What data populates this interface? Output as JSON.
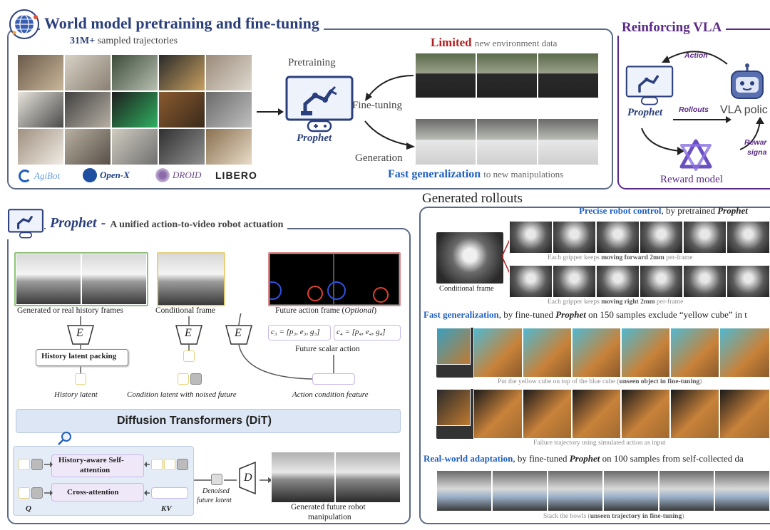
{
  "top_panel": {
    "title": "World model pretraining and fine-tuning",
    "trajectories_count": "31M+",
    "trajectories_label": "sampled trajectories",
    "pretraining_label": "Pretraining",
    "finetuning_label": "Fine-tuning",
    "generation_label": "Generation",
    "prophet_label": "Prophet",
    "limited_word": "Limited",
    "limited_rest": "new environment data",
    "fastgen_word": "Fast generalization",
    "fastgen_rest": "to new manipulations",
    "datasets": [
      "AgiBot",
      "Open-X",
      "DROID",
      "LIBERO"
    ]
  },
  "rl_panel": {
    "title": "Reinforcing VLA",
    "action_label": "Action",
    "rollouts_label": "Rollouts",
    "prophet_label": "Prophet",
    "vla_label": "VLA polic",
    "reward_label": "Reward model",
    "reward_signal_1": "Rewar",
    "reward_signal_2": "signa"
  },
  "prophet_panel": {
    "title_name": "Prophet",
    "title_dash": "-",
    "title_desc": "A unified action-to-video robot actuation",
    "history_frames_label": "Generated or real history frames",
    "conditional_frame_label": "Conditional frame",
    "future_action_label": "Future action frame (",
    "future_action_optional": "Optional",
    "future_action_close": ")",
    "encoder_symbol": "E",
    "decoder_symbol": "D",
    "history_packing_label": "History latent packing",
    "c3_expr": "c₃ = [p₃, e₃, g₃]",
    "c4_expr": "c₄ = [p₄, e₄, g₄]",
    "future_scalar_label": "Future scalar action",
    "history_latent_label": "History latent",
    "condition_latent_label": "Condition latent with noised future",
    "action_condition_label": "Action condition feature",
    "dit_label": "Diffusion Transformers (DiT)",
    "self_attn_label_1": "History-aware Self-",
    "self_attn_label_2": "attention",
    "cross_attn_label": "Cross-attention",
    "q_label": "Q",
    "kv_label": "KV",
    "denoised_label_1": "Denoised",
    "denoised_label_2": "future latent",
    "generated_label_1": "Generated future robot",
    "generated_label_2": "manipulation"
  },
  "rollouts_panel": {
    "title": "Generated rollouts",
    "precise_title": "Precise robot control",
    "precise_rest": ", by pretrained",
    "precise_model": "Prophet",
    "conditional_frame_label": "Conditional frame",
    "caption1_a": "Each gripper keeps",
    "caption1_b": "moving forward 2mm",
    "caption1_c": "per-frame",
    "caption2_a": "Each gripper keeps",
    "caption2_b": "moving right 2mm",
    "caption2_c": "per-frame",
    "fastgen_title": "Fast generalization",
    "fastgen_rest_a": ", by fine-tuned",
    "fastgen_model": "Prophet",
    "fastgen_rest_b": "on 150 samples exclude “yellow cube” in t",
    "caption3_a": "Put the yellow cube on top of the blue cube (",
    "caption3_b": "unseen object in fine-tuning",
    "caption3_c": ")",
    "caption4": "Failure trajectory using simulated action as input",
    "realworld_title": "Real-world adaptation",
    "realworld_rest_a": ", by fine-tuned",
    "realworld_model": "Prophet",
    "realworld_rest_b": "on 100 samples from self-collected da",
    "caption5_a": "Stack the bowls (",
    "caption5_b": "unseen trajectory in fine-tuning",
    "caption5_c": ")"
  },
  "colors": {
    "navy": "#2b3f7c",
    "purple": "#5b2a86",
    "red": "#b02020",
    "blue": "#1f5fbf",
    "green_frame": "#8fc27a",
    "yellow_frame": "#e8d27a",
    "pink_frame": "#d98a8a",
    "lavender": "#c9b8e8",
    "dit_fill": "#dce6f4"
  }
}
